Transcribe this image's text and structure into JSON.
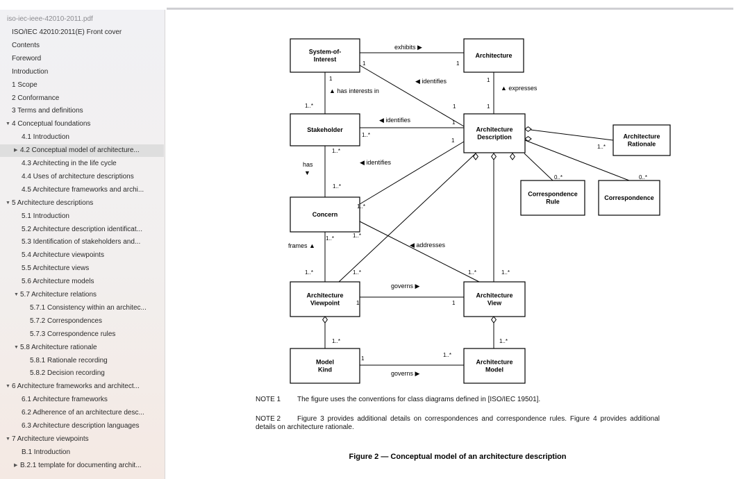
{
  "sidebar": {
    "title": "iso-iec-ieee-42010-2011.pdf",
    "items": [
      {
        "label": "ISO/IEC 42010:2011(E) Front cover",
        "level": 0,
        "arrow": ""
      },
      {
        "label": "Contents",
        "level": 0,
        "arrow": ""
      },
      {
        "label": "Foreword",
        "level": 0,
        "arrow": ""
      },
      {
        "label": "Introduction",
        "level": 0,
        "arrow": ""
      },
      {
        "label": "1 Scope",
        "level": 0,
        "arrow": ""
      },
      {
        "label": "2 Conformance",
        "level": 0,
        "arrow": ""
      },
      {
        "label": "3 Terms and definitions",
        "level": 0,
        "arrow": ""
      },
      {
        "label": "4 Conceptual foundations",
        "level": 0,
        "arrow": "down"
      },
      {
        "label": "4.1 Introduction",
        "level": 1,
        "arrow": ""
      },
      {
        "label": "4.2 Conceptual model of architecture...",
        "level": 1,
        "arrow": "right",
        "selected": true
      },
      {
        "label": "4.3 Architecting in the life cycle",
        "level": 1,
        "arrow": ""
      },
      {
        "label": "4.4 Uses of architecture descriptions",
        "level": 1,
        "arrow": ""
      },
      {
        "label": "4.5 Architecture frameworks and archi...",
        "level": 1,
        "arrow": ""
      },
      {
        "label": "5 Architecture descriptions",
        "level": 0,
        "arrow": "down"
      },
      {
        "label": "5.1 Introduction",
        "level": 1,
        "arrow": ""
      },
      {
        "label": "5.2 Architecture description identificat...",
        "level": 1,
        "arrow": ""
      },
      {
        "label": "5.3 Identification of stakeholders and...",
        "level": 1,
        "arrow": ""
      },
      {
        "label": "5.4 Architecture viewpoints",
        "level": 1,
        "arrow": ""
      },
      {
        "label": "5.5 Architecture views",
        "level": 1,
        "arrow": ""
      },
      {
        "label": "5.6 Architecture models",
        "level": 1,
        "arrow": ""
      },
      {
        "label": "5.7 Architecture relations",
        "level": 1,
        "arrow": "down"
      },
      {
        "label": "5.7.1 Consistency within an architec...",
        "level": 2,
        "arrow": ""
      },
      {
        "label": "5.7.2 Correspondences",
        "level": 2,
        "arrow": ""
      },
      {
        "label": "5.7.3 Correspondence rules",
        "level": 2,
        "arrow": ""
      },
      {
        "label": "5.8 Architecture rationale",
        "level": 1,
        "arrow": "down"
      },
      {
        "label": "5.8.1 Rationale recording",
        "level": 2,
        "arrow": ""
      },
      {
        "label": "5.8.2 Decision recording",
        "level": 2,
        "arrow": ""
      },
      {
        "label": "6 Architecture frameworks and architect...",
        "level": 0,
        "arrow": "down"
      },
      {
        "label": "6.1 Architecture frameworks",
        "level": 1,
        "arrow": ""
      },
      {
        "label": "6.2 Adherence of an architecture desc...",
        "level": 1,
        "arrow": ""
      },
      {
        "label": "6.3 Architecture description languages",
        "level": 1,
        "arrow": ""
      },
      {
        "label": "7 Architecture viewpoints",
        "level": 0,
        "arrow": "down"
      },
      {
        "label": "B.1 Introduction",
        "level": 1,
        "arrow": ""
      },
      {
        "label": "B.2.1 template for documenting archit...",
        "level": 1,
        "arrow": "right"
      }
    ]
  },
  "diagram": {
    "boxes": {
      "system_of_interest": [
        "System-of-",
        "Interest"
      ],
      "architecture": [
        "Architecture"
      ],
      "stakeholder": [
        "Stakeholder"
      ],
      "architecture_description": [
        "Architecture",
        "Description"
      ],
      "architecture_rationale": [
        "Architecture",
        "Rationale"
      ],
      "correspondence_rule": [
        "Correspondence",
        "Rule"
      ],
      "correspondence": [
        "Correspondence"
      ],
      "concern": [
        "Concern"
      ],
      "architecture_viewpoint": [
        "Architecture",
        "Viewpoint"
      ],
      "architecture_view": [
        "Architecture",
        "View"
      ],
      "model_kind": [
        "Model",
        "Kind"
      ],
      "architecture_model": [
        "Architecture",
        "Model"
      ]
    },
    "relations": {
      "exhibits": "exhibits ▶",
      "identifies_1": "◀ identifies",
      "has_interests_in": "▲ has interests in",
      "expresses": "▲ expresses",
      "identifies_2": "◀ identifies",
      "identifies_3": "◀ identifies",
      "has": "has",
      "has_arrow": "▼",
      "frames": "frames ▲",
      "addresses": "◀ addresses",
      "governs_1": "governs ▶",
      "governs_2": "governs ▶"
    },
    "multiplicities": {
      "one": "1",
      "one_many": "1..*",
      "zero_many": "0..*"
    }
  },
  "notes": {
    "note1_tag": "NOTE 1",
    "note1_text": "The figure uses the conventions for class diagrams defined in [ISO/IEC 19501].",
    "note2_tag": "NOTE 2",
    "note2_text": "Figure 3 provides additional details on correspondences and correspondence rules. Figure 4 provides additional details on architecture rationale."
  },
  "caption": "Figure 2 — Conceptual model of an architecture description"
}
